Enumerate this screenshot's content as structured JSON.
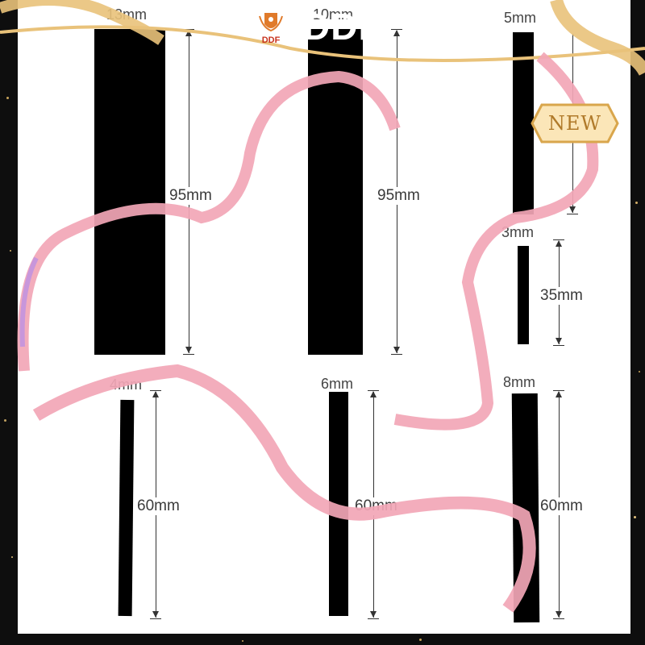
{
  "brand": {
    "logo_text": "DDF",
    "watermark": "DDF"
  },
  "badge": {
    "text": "NEW"
  },
  "bars": [
    {
      "width_label": "13mm",
      "length_label": "95mm"
    },
    {
      "width_label": "10mm",
      "length_label": "95mm"
    },
    {
      "width_label": "5mm",
      "length_label": ""
    },
    {
      "width_label": "3mm",
      "length_label": "35mm"
    },
    {
      "width_label": "4mm",
      "length_label": "60mm"
    },
    {
      "width_label": "6mm",
      "length_label": "60mm"
    },
    {
      "width_label": "8mm",
      "length_label": "60mm"
    }
  ],
  "colors": {
    "ribbon": "#f2a6b6",
    "ribbon_shadow": "#b58be8",
    "gold": "#e9c27a",
    "frame": "#0e0e0e"
  }
}
